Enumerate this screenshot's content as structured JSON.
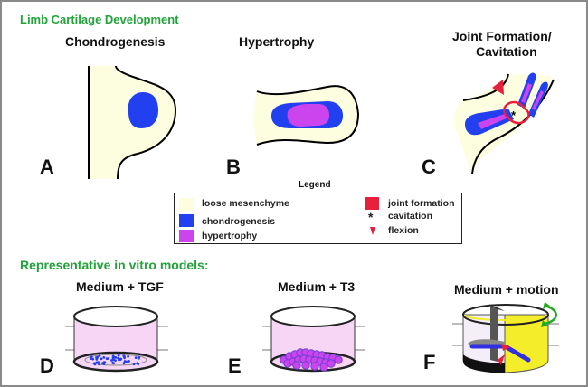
{
  "figure": {
    "section_top_title": "Limb Cartilage Development",
    "section_bottom_title": "Representative in vitro models:",
    "panels": [
      {
        "letter": "A",
        "title": "Chondrogenesis"
      },
      {
        "letter": "B",
        "title": "Hypertrophy"
      },
      {
        "letter": "C",
        "title": "Joint Formation/",
        "title_line2": "Cavitation"
      },
      {
        "letter": "D",
        "title": "Medium + TGF"
      },
      {
        "letter": "E",
        "title": "Medium + T3"
      },
      {
        "letter": "F",
        "title": "Medium + motion"
      }
    ],
    "legend": {
      "title": "Legend",
      "items": [
        {
          "label": "loose mesenchyme",
          "color": "#fdfde0",
          "marker": "swatch"
        },
        {
          "label": "chondrogenesis",
          "color": "#2340f0",
          "marker": "swatch"
        },
        {
          "label": "hypertrophy",
          "color": "#cc44ee",
          "marker": "swatch"
        },
        {
          "label": "joint formation",
          "color": "#e8203c",
          "marker": "swatch"
        },
        {
          "label": "cavitation",
          "color": "#000000",
          "marker": "asterisk",
          "symbol": "*"
        },
        {
          "label": "flexion",
          "color": "#e8203c",
          "marker": "arrowhead"
        }
      ]
    },
    "colors": {
      "title_green": "#22a33a",
      "mesenchyme": "#fdfde0",
      "chondrogenesis": "#2340f0",
      "hypertrophy": "#cc44ee",
      "joint": "#e8203c",
      "culture_medium": "#f6d6f4",
      "motion_yellow": "#f4ee2a",
      "rotation_arrow": "#22aa22"
    }
  }
}
